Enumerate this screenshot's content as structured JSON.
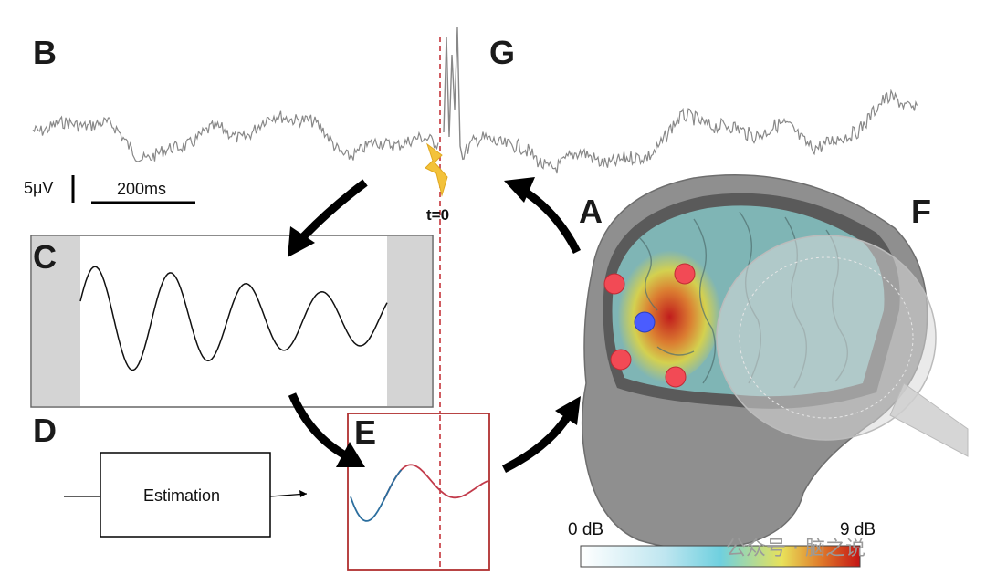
{
  "panels": {
    "A": "A",
    "B": "B",
    "C": "C",
    "D": "D",
    "E": "E",
    "F": "F",
    "G": "G"
  },
  "scale_bar": {
    "voltage": "5μV",
    "time": "200ms"
  },
  "stimulus": {
    "label": "t=0"
  },
  "estimation": {
    "label": "Estimation"
  },
  "colorbar": {
    "min_label": "0 dB",
    "max_label": "9 dB",
    "colors": [
      "#ffffff",
      "#bfe6f0",
      "#6fd0df",
      "#e8e25a",
      "#e07a2a",
      "#c41414"
    ]
  },
  "watermark": {
    "text": "公众号 · 脑之说"
  },
  "electrodes": {
    "stim_color": "#4a5cff",
    "record_color": "#f24a55"
  },
  "colors": {
    "eeg": "#888888",
    "dashed": "#c0272d",
    "estimate_past": "#2b6e9e",
    "estimate_future": "#c23a4a"
  }
}
